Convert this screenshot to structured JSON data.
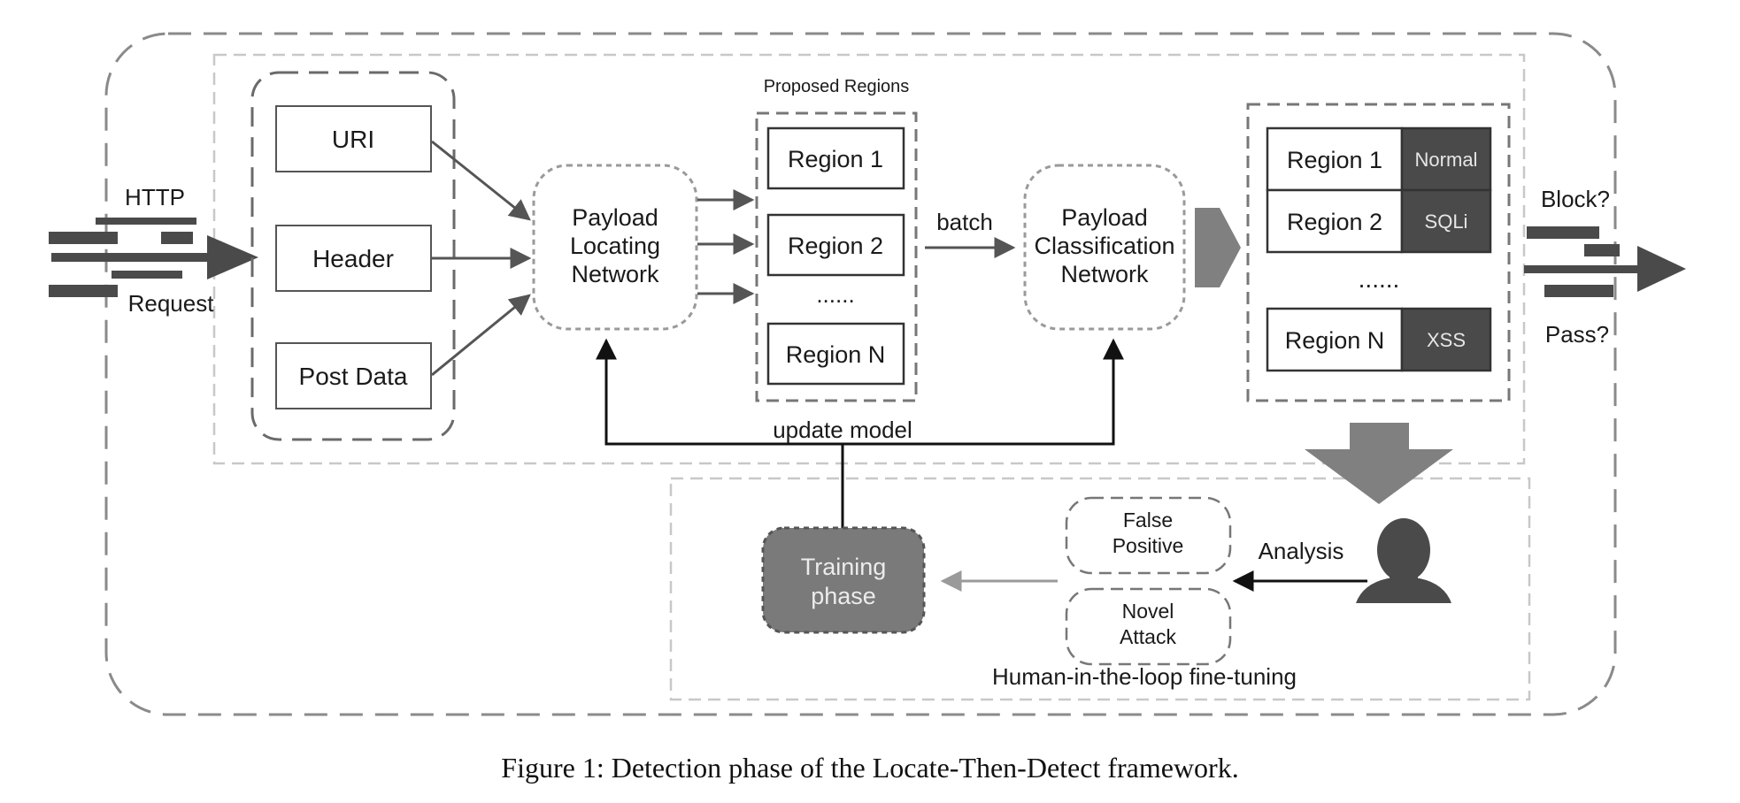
{
  "labels": {
    "http": "HTTP",
    "request": "Request",
    "proposed_regions": "Proposed Regions",
    "batch": "batch",
    "update_model": "update model",
    "block": "Block?",
    "pass": "Pass?",
    "analysis": "Analysis",
    "human_loop": "Human-in-the-loop fine-tuning"
  },
  "inputs": [
    "URI",
    "Header",
    "Post Data"
  ],
  "locating_network": [
    "Payload",
    "Locating",
    "Network"
  ],
  "classification_network": [
    "Payload",
    "Classification",
    "Network"
  ],
  "proposed": [
    "Region 1",
    "Region 2",
    "Region N"
  ],
  "proposed_ellipsis": "......",
  "results": [
    {
      "region": "Region 1",
      "class": "Normal"
    },
    {
      "region": "Region 2",
      "class": "SQLi"
    },
    {
      "region": "Region N",
      "class": "XSS"
    }
  ],
  "results_ellipsis": "......",
  "training": [
    "Training",
    "phase"
  ],
  "false_positive": [
    "False",
    "Positive"
  ],
  "novel_attack": [
    "Novel",
    "Attack"
  ],
  "caption": "Figure 1: Detection phase of the Locate-Then-Detect framework.",
  "colors": {
    "dark": "#4a4a4a",
    "arrow_gray": "#808080",
    "dash_gray": "#9a9a9a",
    "light_dash": "#c8c8c8",
    "training_fill": "#7a7a7a"
  }
}
